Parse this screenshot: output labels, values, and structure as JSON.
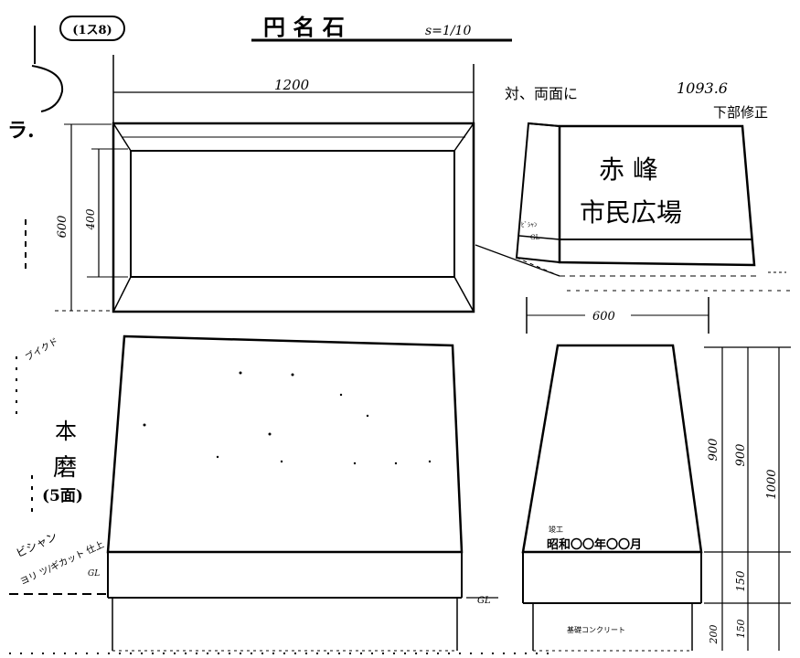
{
  "header": {
    "sheet_no": "(1ス8)",
    "title": "円 名 石",
    "scale": "s=1/10"
  },
  "notes": {
    "both_faces": "対、両面に",
    "date": "1093.6",
    "sub_note": "下部修正",
    "left_top": "ラ.",
    "left_mid": "ブイクド",
    "polish_note_1": "本",
    "polish_note_2": "磨",
    "polish_note_3": "(5面)",
    "bottom_left_1": "ビシャン",
    "bottom_left_2": "ヨリ ツ/ギカット 仕上",
    "bottom_left_3": "GL",
    "gl_right": "GL"
  },
  "front_view": {
    "width_label": "1200",
    "height_outer_label": "600",
    "height_inner_label": "400"
  },
  "perspective": {
    "line1": "赤 峰",
    "line2": "市民広場",
    "small_label": "ﾋﾞｼｬﾝ",
    "small_label_2": "GL",
    "width_label": "600"
  },
  "side_view": {
    "completion_label": "竣工",
    "completion_date": "昭和〇〇年〇〇月",
    "base_label": "基礎コンクリート",
    "dim_900a": "900",
    "dim_900b": "900",
    "dim_1000": "1000",
    "dim_150": "150",
    "dim_150b": "150",
    "dim_200": "200"
  }
}
